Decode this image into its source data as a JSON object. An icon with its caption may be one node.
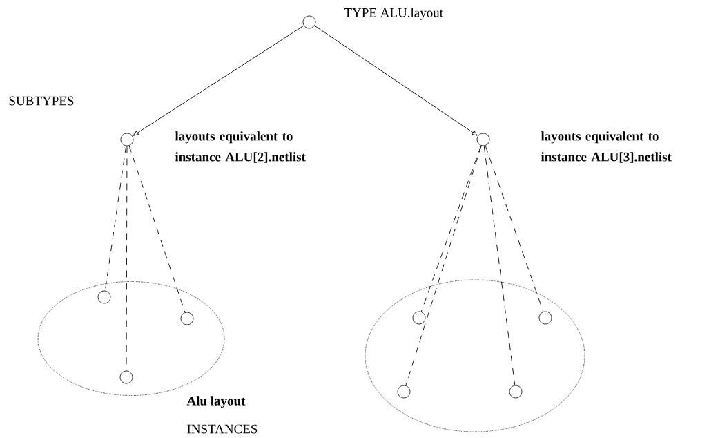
{
  "diagram": {
    "nodes": [
      {
        "text": [],
        "shape": "circle",
        "beside": [
          "TYPE ALU.layout"
        ]
      },
      {
        "text": [],
        "shape": "circle",
        "beside": [
          "layouts equivalent to instance ALU[2].netlist"
        ]
      },
      {
        "text": [],
        "shape": "circle",
        "beside": [
          "layouts equivalent to instance ALU[3].netlist"
        ]
      },
      {
        "text": [],
        "shape": "ellipse",
        "beside": [
          "Alu layout"
        ]
      },
      {
        "text": [],
        "shape": "circle",
        "in": 3
      },
      {
        "text": [],
        "shape": "circle",
        "in": 3
      },
      {
        "text": [],
        "shape": "circle",
        "in": 3
      },
      {
        "text": [],
        "shape": "ellipse"
      },
      {
        "text": [],
        "shape": "circle",
        "in": 7
      },
      {
        "text": [],
        "shape": "circle",
        "in": 7
      },
      {
        "text": [],
        "shape": "circle",
        "in": 7
      },
      {
        "text": [],
        "shape": "circle",
        "in": 7
      }
    ],
    "edges": [
      {
        "from": 0,
        "to": 1,
        "arrow": "to"
      },
      {
        "from": 0,
        "to": 2,
        "arrow": "to"
      },
      {
        "from": 1,
        "to": 4,
        "arrow": "none",
        "style": "dashed"
      },
      {
        "from": 1,
        "to": 6,
        "arrow": "none",
        "style": "dashed"
      },
      {
        "from": 1,
        "to": 5,
        "arrow": "none",
        "style": "dashed"
      },
      {
        "from": 2,
        "to": 10,
        "arrow": "none",
        "style": "dashed"
      },
      {
        "from": 2,
        "to": 8,
        "arrow": "none",
        "style": "dashed"
      },
      {
        "from": 2,
        "to": 11,
        "arrow": "none",
        "style": "dashed"
      },
      {
        "from": 2,
        "to": 9,
        "arrow": "none",
        "style": "dashed"
      }
    ],
    "labels": [
      "SUBTYPES",
      "INSTANCES"
    ]
  }
}
